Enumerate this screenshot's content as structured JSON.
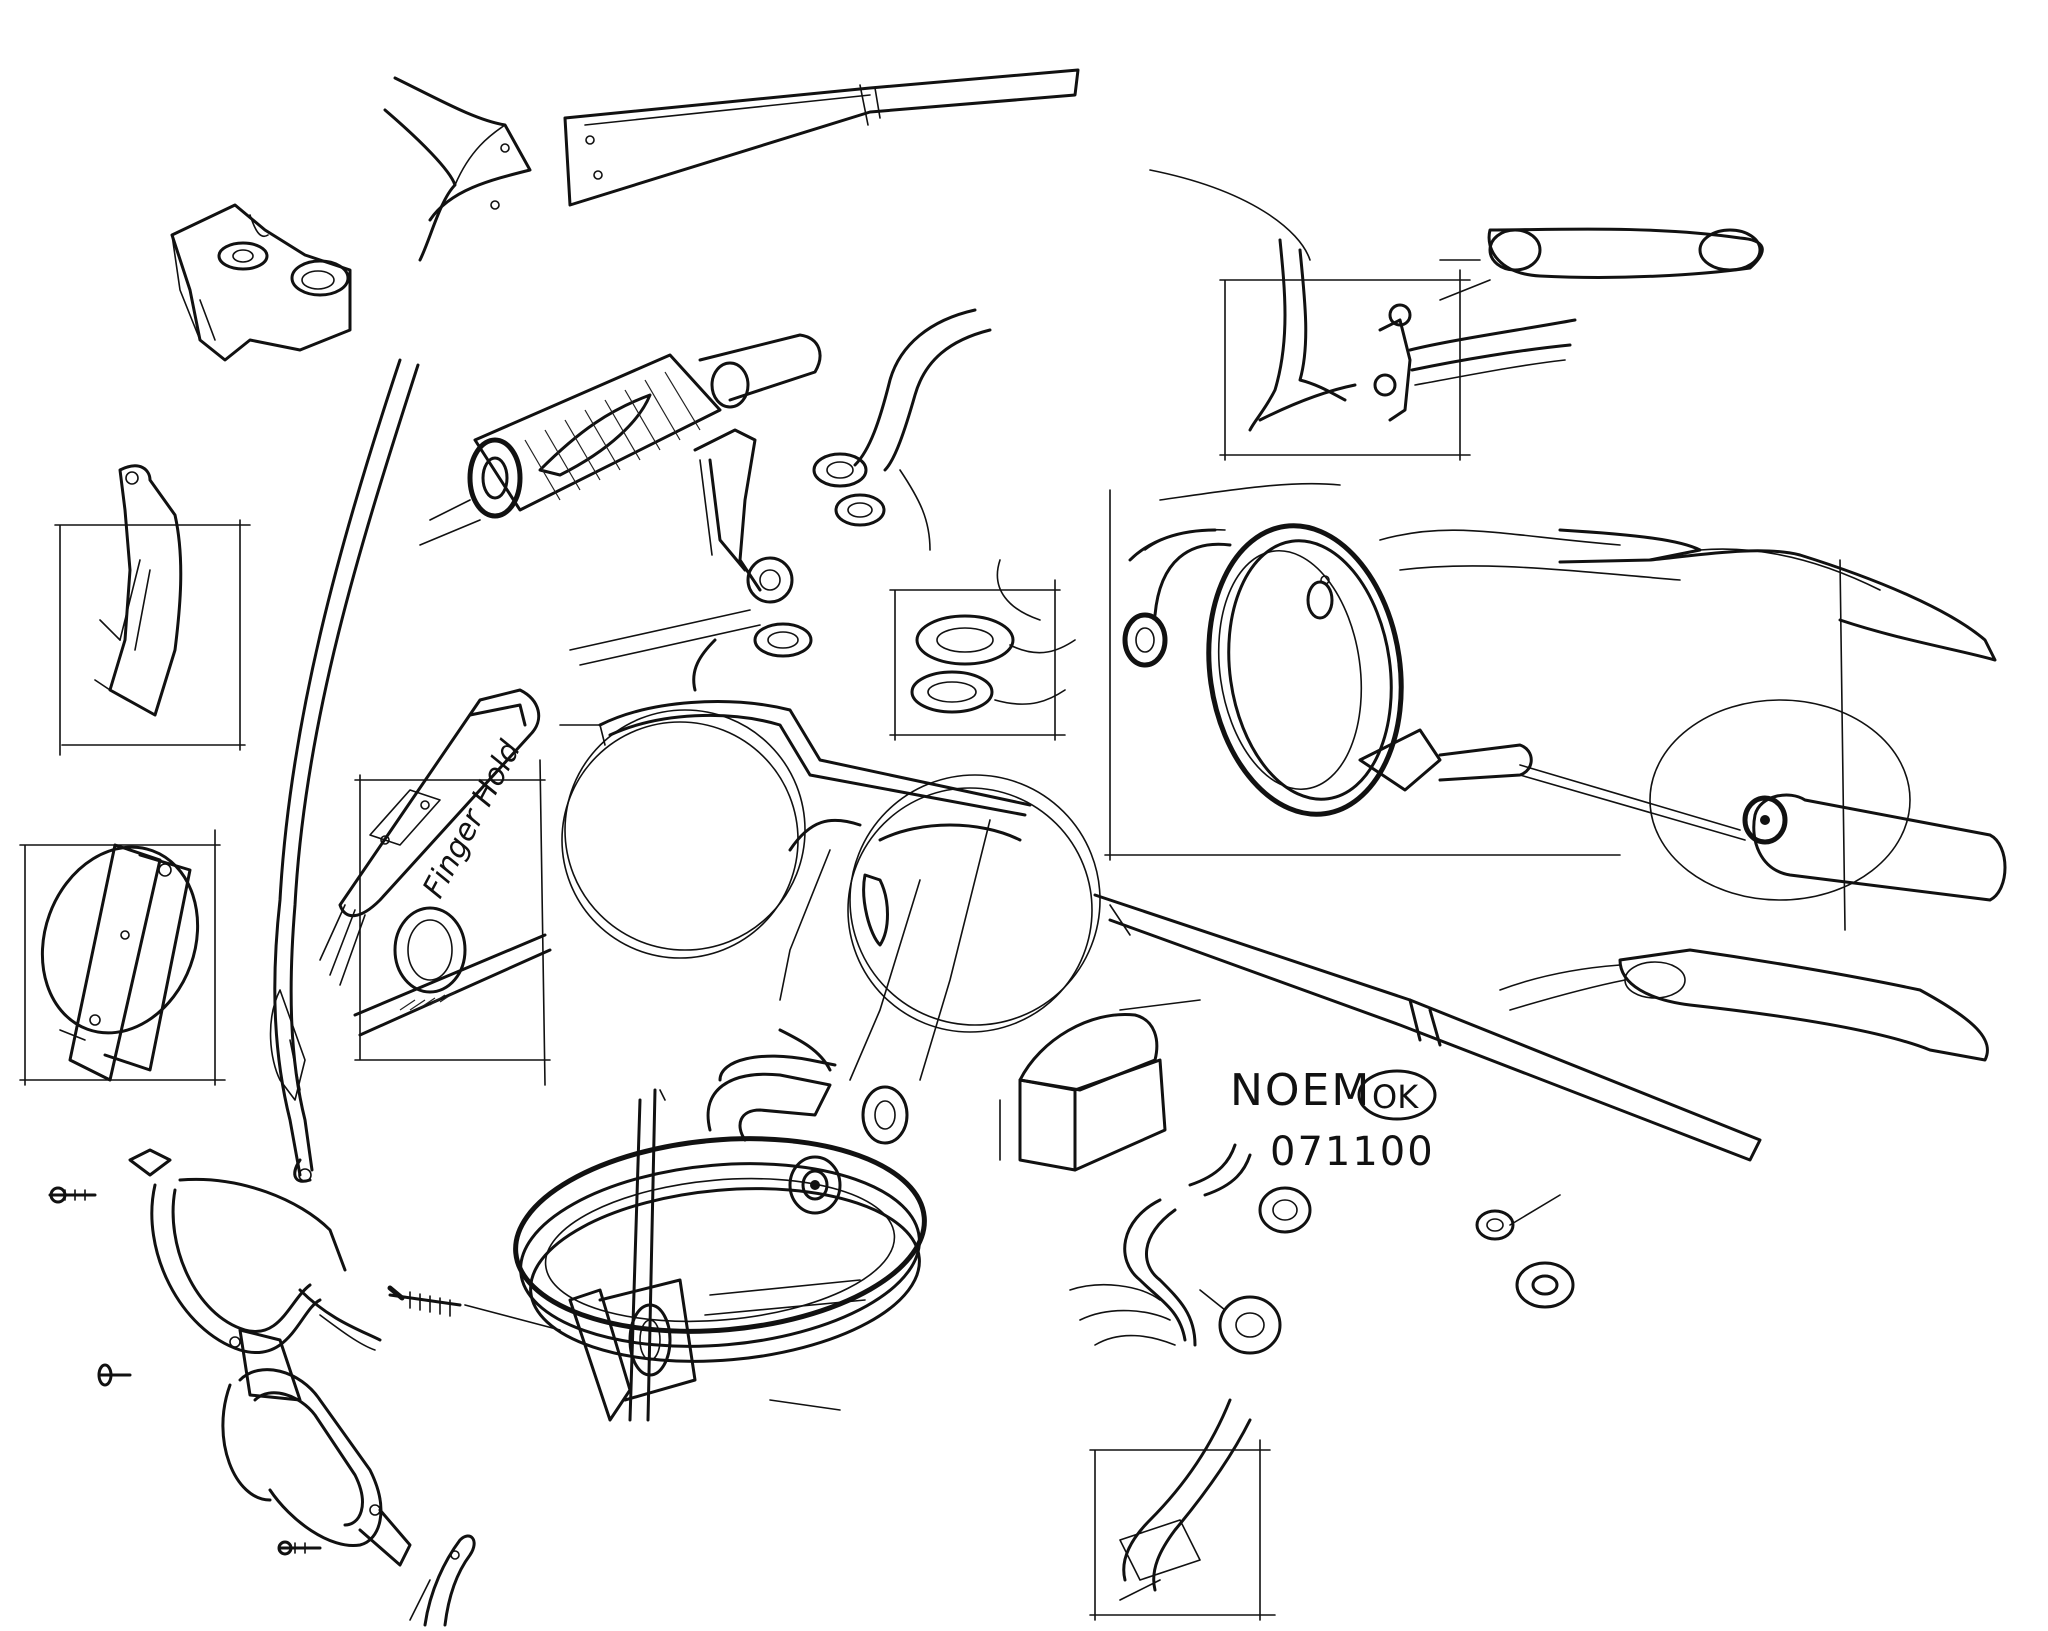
{
  "annotations": {
    "finger_hold": "Finger Hold",
    "signature_name": "NOEM",
    "signature_ok": "OK",
    "signature_date": "071100"
  },
  "colors": {
    "ink": "#111111",
    "paper": "#ffffff"
  }
}
